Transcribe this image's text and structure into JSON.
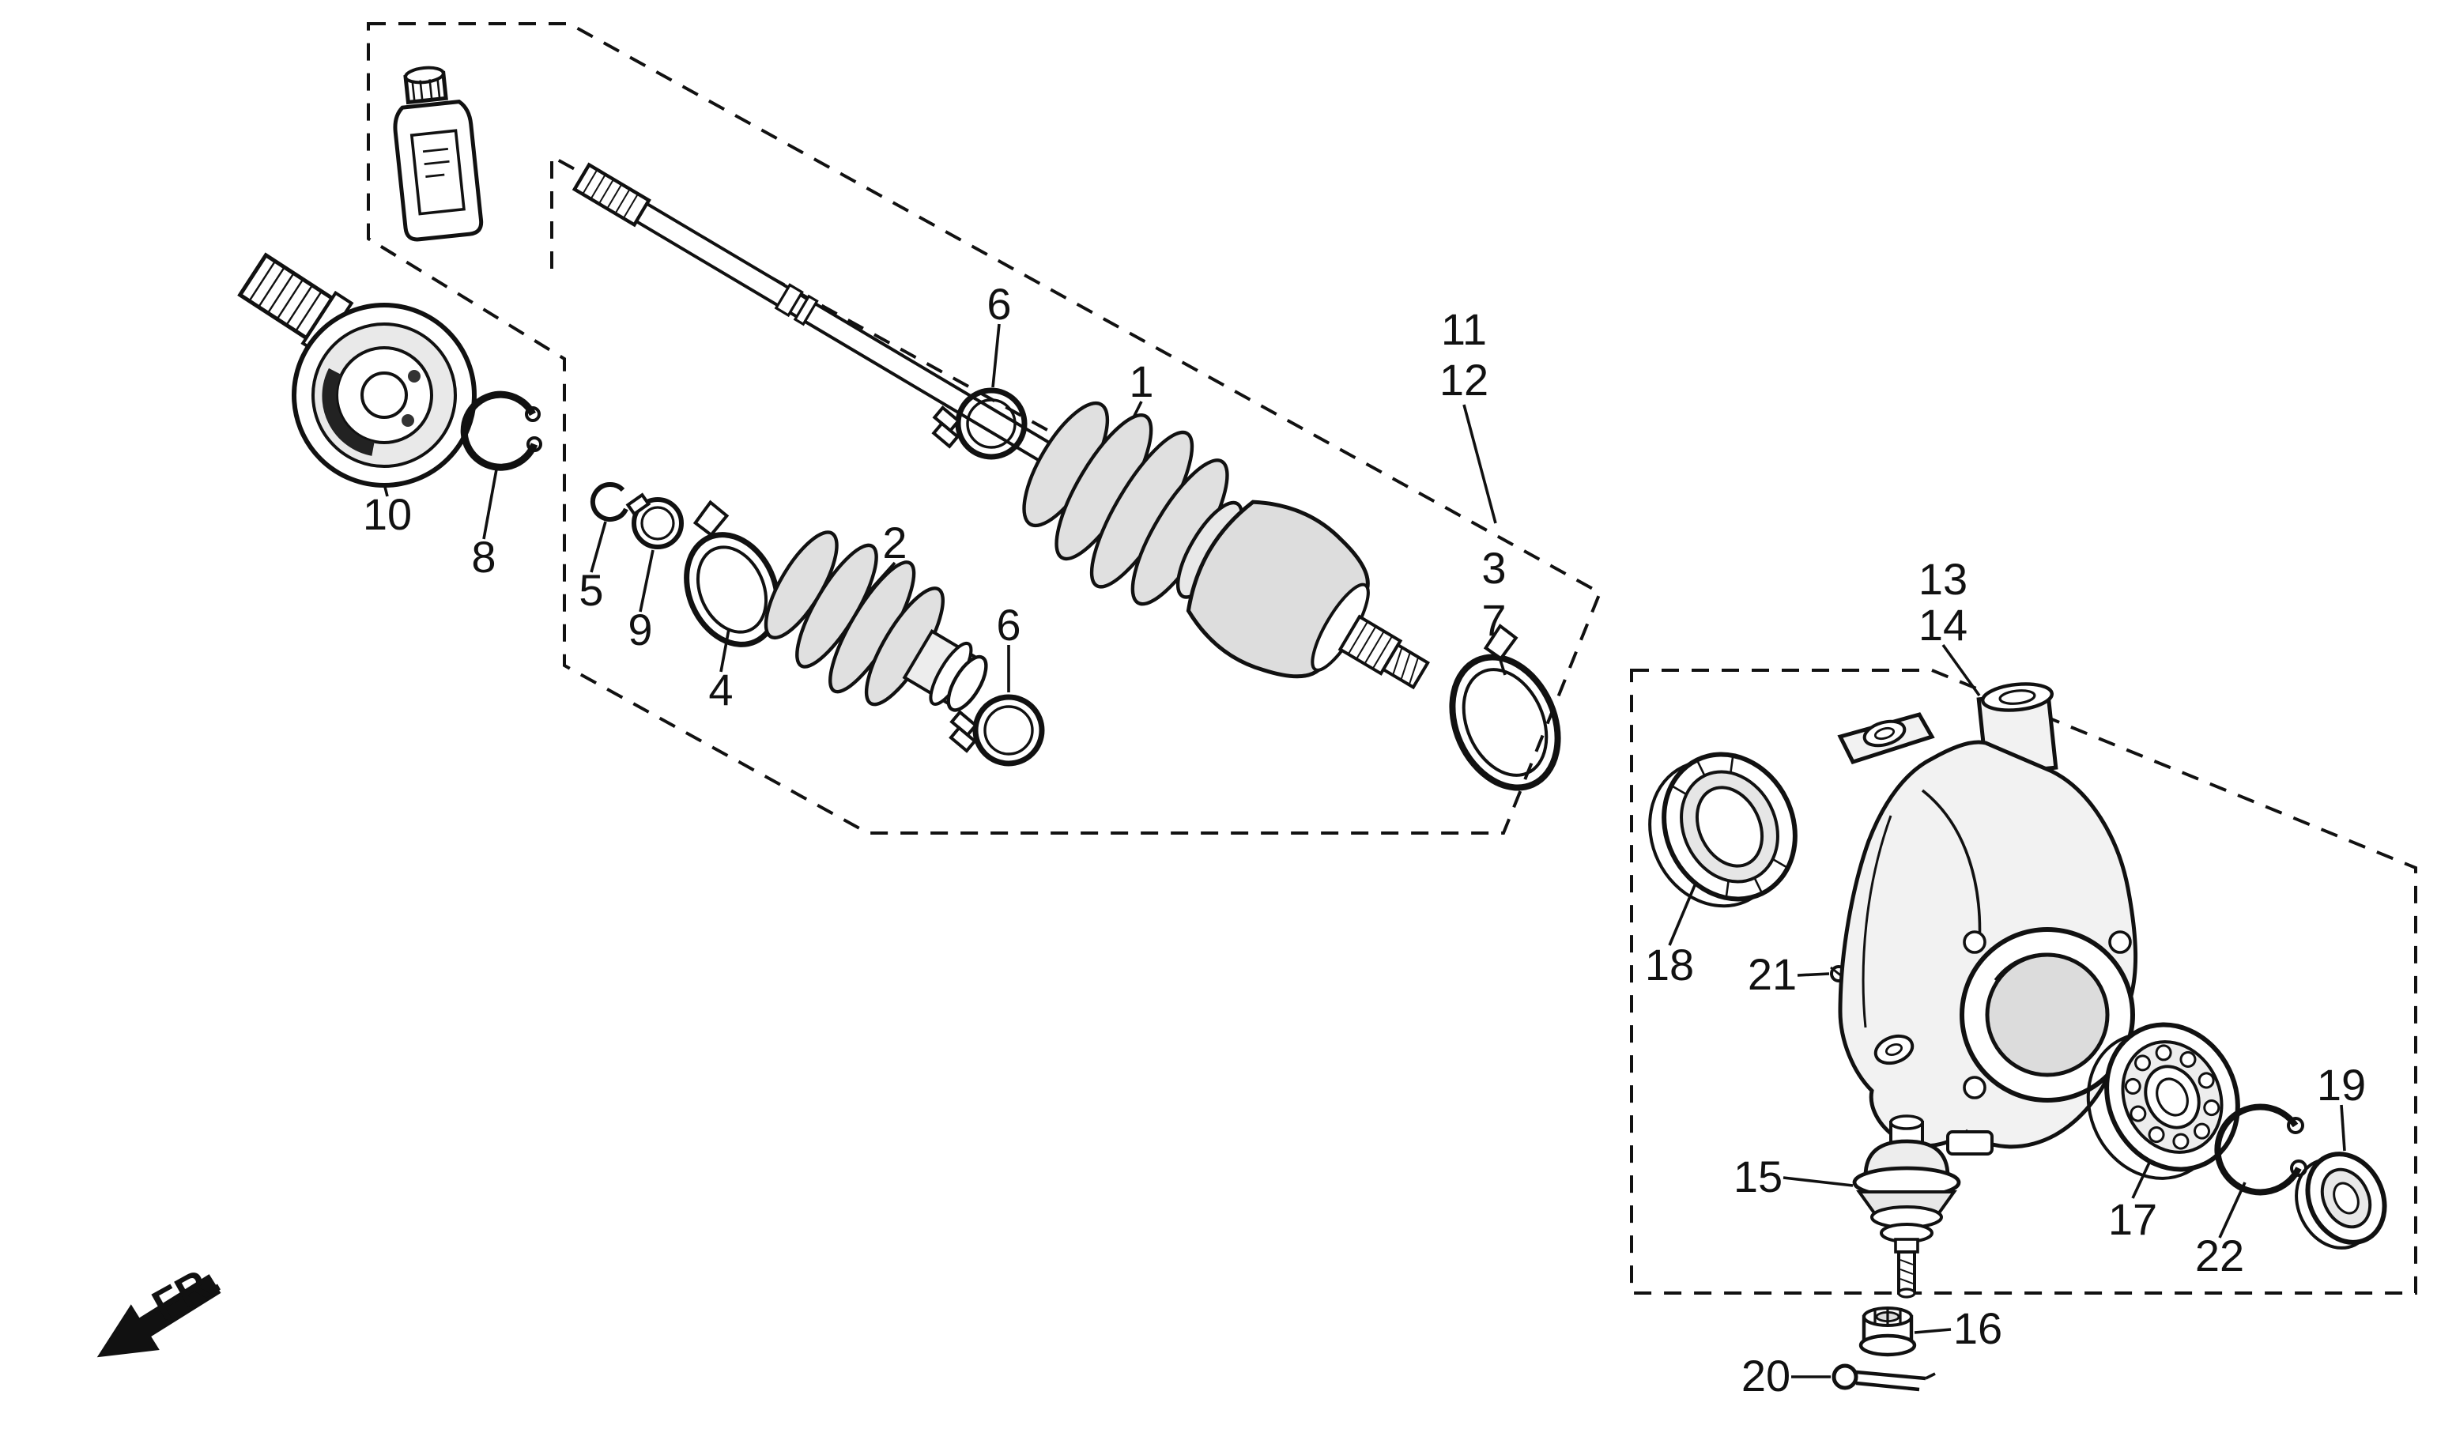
{
  "diagram": {
    "direction_indicator": "FR.",
    "callouts": [
      {
        "label": "1"
      },
      {
        "label": "2"
      },
      {
        "label": "3"
      },
      {
        "label": "4"
      },
      {
        "label": "5"
      },
      {
        "label": "6"
      },
      {
        "label": "6"
      },
      {
        "label": "7"
      },
      {
        "label": "8"
      },
      {
        "label": "9"
      },
      {
        "label": "10"
      },
      {
        "label": "11"
      },
      {
        "label": "12"
      },
      {
        "label": "13"
      },
      {
        "label": "14"
      },
      {
        "label": "15"
      },
      {
        "label": "16"
      },
      {
        "label": "17"
      },
      {
        "label": "18"
      },
      {
        "label": "19"
      },
      {
        "label": "20"
      },
      {
        "label": "21"
      },
      {
        "label": "22"
      }
    ]
  }
}
